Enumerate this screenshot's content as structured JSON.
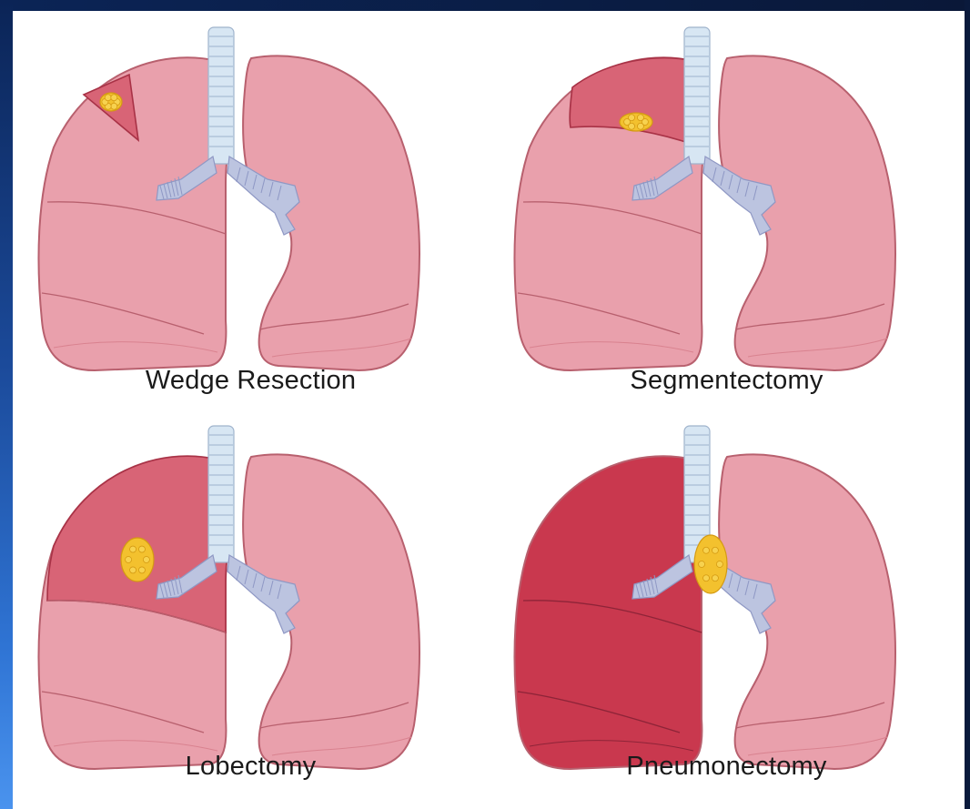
{
  "panels": [
    {
      "label": "Wedge Resection",
      "resection": "wedge"
    },
    {
      "label": "Segmentectomy",
      "resection": "segment"
    },
    {
      "label": "Lobectomy",
      "resection": "lobe"
    },
    {
      "label": "Pneumonectomy",
      "resection": "lung"
    }
  ],
  "colors": {
    "lung": "#e9a0ac",
    "lung_dark": "#d9828f",
    "outline": "#b8606e",
    "resected": "#c9384e",
    "resected_light": "#d86476",
    "tumor": "#f3c12e",
    "airway": "#bcc4e0",
    "airway_dark": "#8f98c4",
    "trachea": "#d7e6f3"
  }
}
